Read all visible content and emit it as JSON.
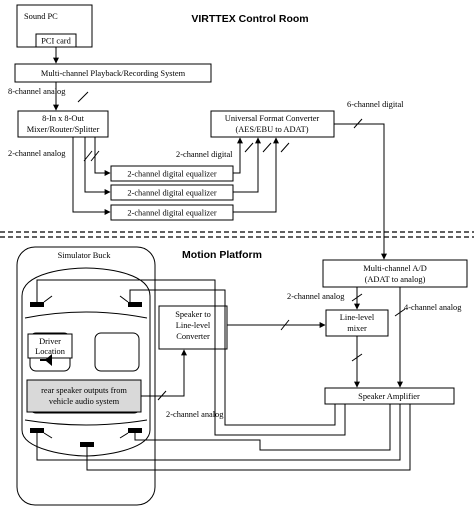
{
  "titles": {
    "control_room": "VIRTTEX Control Room",
    "motion_platform": "Motion Platform"
  },
  "boxes": {
    "sound_pc": "Sound PC",
    "pci_card": "PCI card",
    "playback": "Multi-channel Playback/Recording System",
    "mixer_line1": "8-In x 8-Out",
    "mixer_line2": "Mixer/Router/Splitter",
    "ufc_line1": "Universal Format Converter",
    "ufc_line2": "(AES/EBU to ADAT)",
    "equalizer": "2-channel digital equalizer",
    "simulator_buck": "Simulator Buck",
    "driver_line1": "Driver",
    "driver_line2": "Location",
    "rear_line1": "rear speaker outputs from",
    "rear_line2": "vehicle audio system",
    "stl_line1": "Speaker to",
    "stl_line2": "Line-level",
    "stl_line3": "Converter",
    "ad_line1": "Multi-channel A/D",
    "ad_line2": "(ADAT to analog)",
    "mixer2_line1": "Line-level",
    "mixer2_line2": "mixer",
    "amp": "Speaker Amplifier"
  },
  "labels": {
    "analog8": "8-channel analog",
    "analog2_left": "2-channel analog",
    "digital2": "2-channel digital",
    "digital6": "6-channel digital",
    "analog2_platform": "2-channel analog",
    "analog4": "4-channel analog",
    "analog2_bottom": "2-channel analog"
  },
  "colors": {
    "stroke": "#000000",
    "rear_box_fill": "#d9d9d9"
  }
}
